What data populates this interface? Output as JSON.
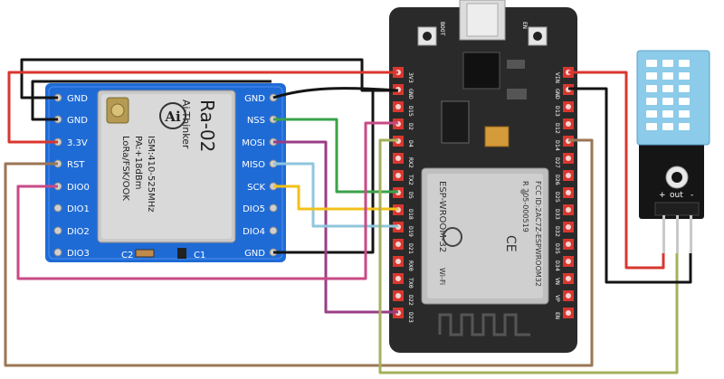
{
  "lora": {
    "left_pins": [
      "GND",
      "GND",
      "3.3V",
      "RST",
      "DIO0",
      "DIO1",
      "DIO2",
      "DIO3"
    ],
    "right_pins": [
      "GND",
      "NSS",
      "MOSI",
      "MISO",
      "SCK",
      "DIO5",
      "DIO4",
      "GND"
    ],
    "brand": "Ai",
    "model": "Ra-02",
    "maker": "Ai-Thinker",
    "spec_lines": [
      "ISM:410-525MHz",
      "PA:+18dBm",
      "LoRa/FSK/OOK"
    ],
    "cap_labels": [
      "C2",
      "C1"
    ]
  },
  "esp32": {
    "left_pins": [
      "3V3",
      "GND",
      "D15",
      "D2",
      "D4",
      "RX2",
      "TX2",
      "D5",
      "D18",
      "D19",
      "D21",
      "RX0",
      "TX0",
      "D22",
      "D23"
    ],
    "right_pins": [
      "VIN",
      "GND",
      "D13",
      "D12",
      "D14",
      "D27",
      "D26",
      "D25",
      "D33",
      "D32",
      "D35",
      "D34",
      "VN",
      "VP",
      "EN"
    ],
    "boot_label": "BOOT",
    "en_label": "EN",
    "module_lines": [
      "FCC ID:2AC7Z-ESPWROOM32",
      "R 205-000519"
    ],
    "module_name": "ESP-WROOM-32",
    "wifi_mark": "Wi-Fi",
    "ce_mark": "CE"
  },
  "dht": {
    "labels": [
      "+",
      "out",
      "-"
    ]
  },
  "wire_colors": {
    "red": "#d8372f",
    "black": "#141414",
    "green": "#3aa24a",
    "purple": "#9a3d86",
    "lightblue": "#8fc6dd",
    "yellow": "#f2c11a",
    "pink": "#c84a86",
    "brown": "#9b7654",
    "olive": "#a5b05c"
  }
}
